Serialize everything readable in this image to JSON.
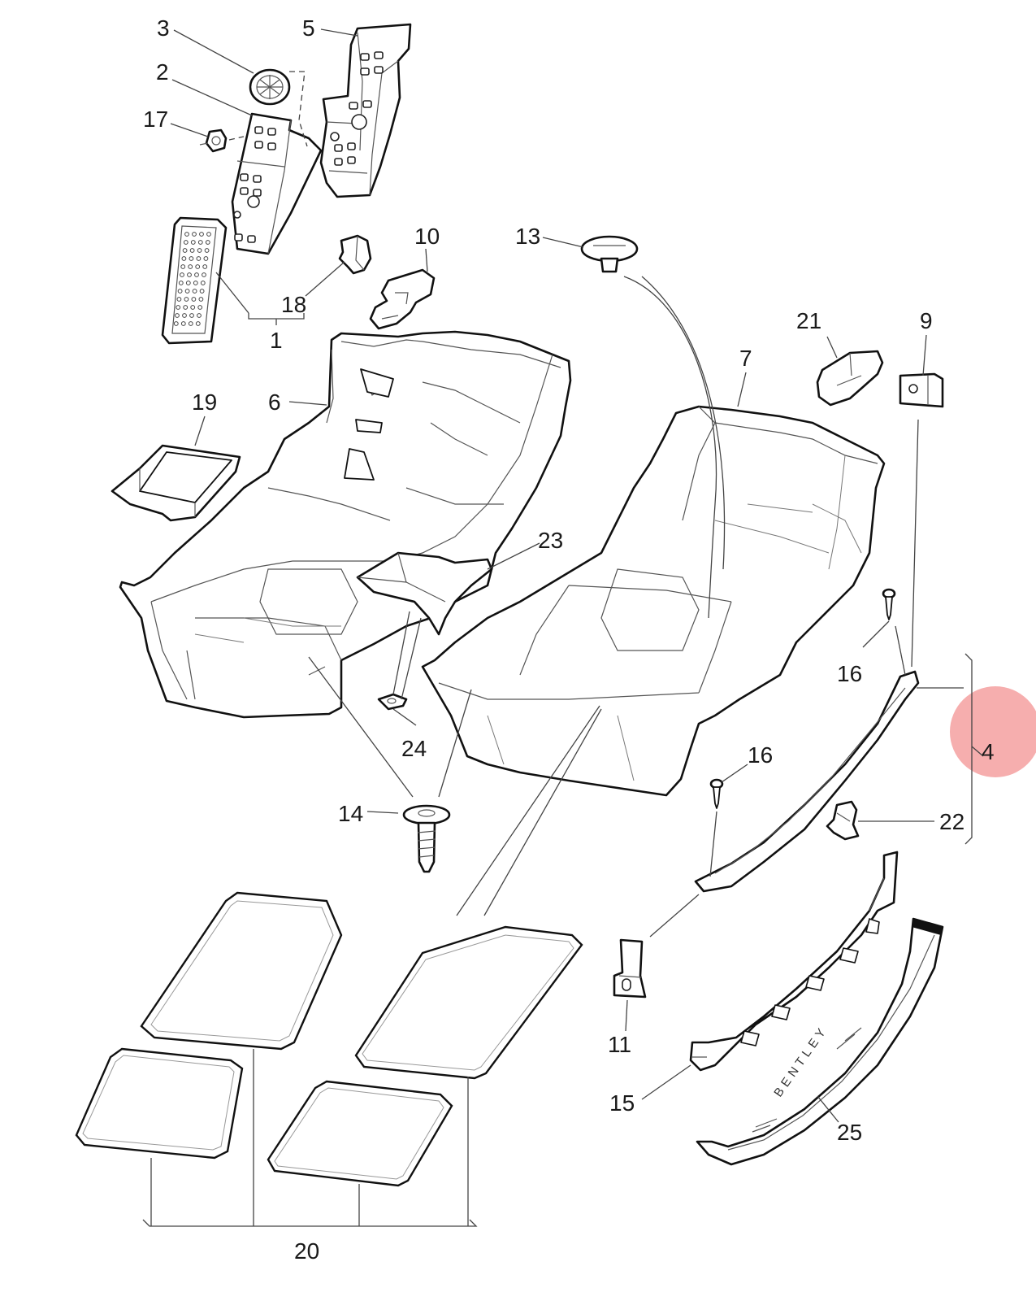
{
  "callouts": {
    "c1": "1",
    "c2": "2",
    "c3": "3",
    "c4": "4",
    "c5": "5",
    "c6": "6",
    "c7": "7",
    "c9": "9",
    "c10": "10",
    "c11": "11",
    "c13": "13",
    "c14": "14",
    "c15": "15",
    "c16a": "16",
    "c16b": "16",
    "c17": "17",
    "c18": "18",
    "c19": "19",
    "c20": "20",
    "c21": "21",
    "c22": "22",
    "c23": "23",
    "c24": "24",
    "c25": "25"
  },
  "sill_brand_text": "BENTLEY",
  "highlight_color": "#f4a0a0"
}
